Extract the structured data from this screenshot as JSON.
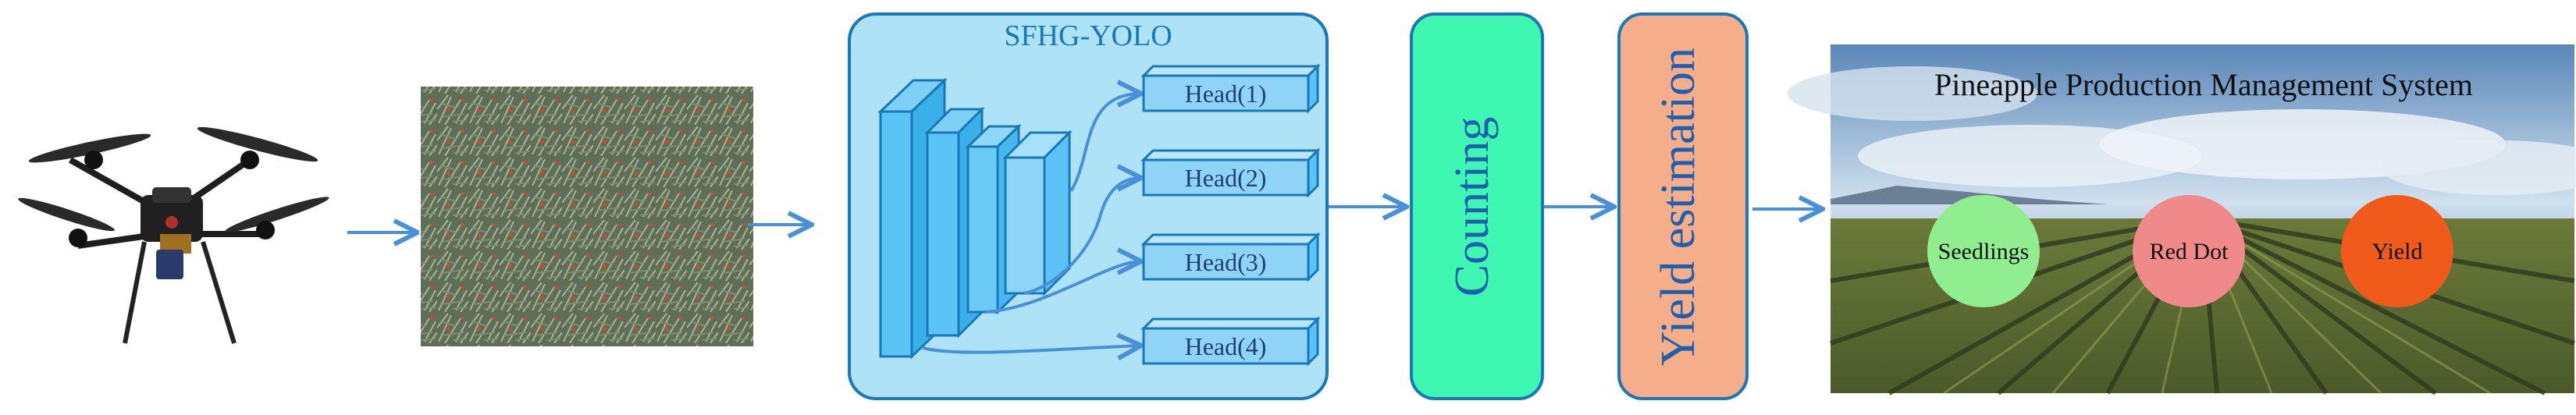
{
  "model": {
    "title": "SFHG-YOLO",
    "heads": [
      "Head(1)",
      "Head(2)",
      "Head(3)",
      "Head(4)"
    ]
  },
  "stages": {
    "counting": "Counting",
    "yield_estimation": "Yield estimation"
  },
  "system": {
    "title": "Pineapple Production Management System",
    "circles": [
      "Seedlings",
      "Red Dot",
      "Yield"
    ]
  },
  "icons": {
    "drone": "drone-icon",
    "field_image": "pineapple-field-image",
    "system_background": "pineapple-farm-landscape"
  },
  "colors": {
    "arrow": "#4a90d9",
    "model_box_fill": "#aee3f7",
    "model_box_stroke": "#1a78b8",
    "model_title": "#1a78b8",
    "layer_fill": "#5bc3f5",
    "head_fill": "#8fd3f7",
    "counting_fill": "#3ef7b0",
    "counting_text": "#1e5fae",
    "yield_fill": "#f5ad8a",
    "yield_text": "#1e5fae",
    "circle_seedlings": "#90ee90",
    "circle_red_dot": "#f08a8a",
    "circle_yield": "#f05a1a"
  }
}
